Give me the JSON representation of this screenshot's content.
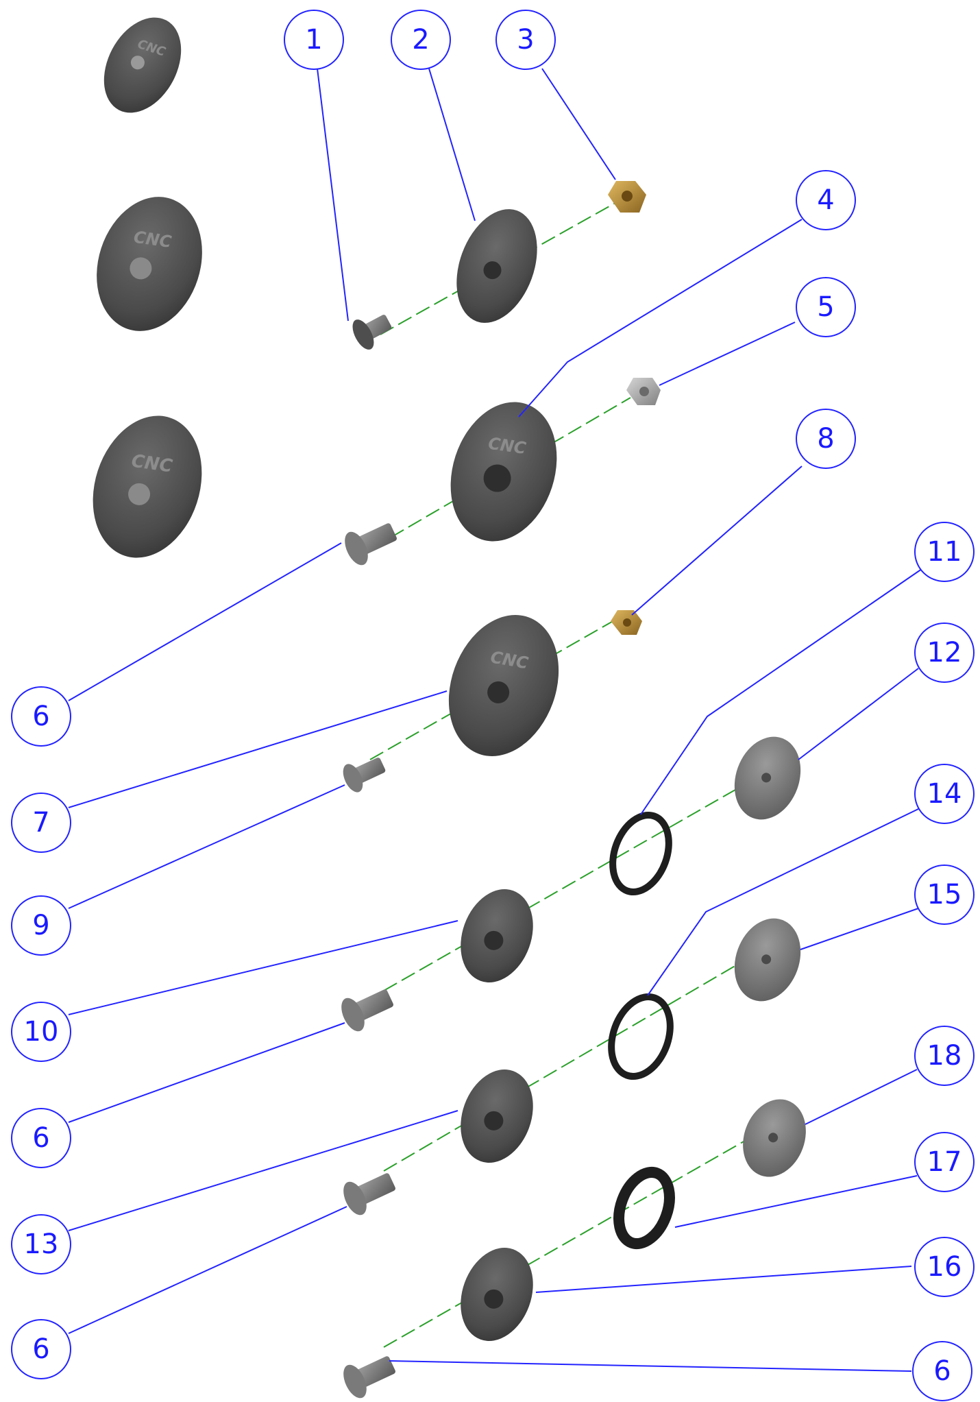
{
  "colors": {
    "balloon": "#2323ff",
    "axis": "#2aa02a",
    "part_dark": "#4a4a4a",
    "part_grey": "#8a8a8a",
    "brass": "#c89a3a",
    "oring": "#1e1e1e"
  },
  "brand_mark": "CNC",
  "balloons": [
    {
      "id": "b1",
      "label": "1"
    },
    {
      "id": "b2",
      "label": "2"
    },
    {
      "id": "b3",
      "label": "3"
    },
    {
      "id": "b4",
      "label": "4"
    },
    {
      "id": "b5",
      "label": "5"
    },
    {
      "id": "b8",
      "label": "8"
    },
    {
      "id": "b11",
      "label": "11"
    },
    {
      "id": "b12",
      "label": "12"
    },
    {
      "id": "b6a",
      "label": "6"
    },
    {
      "id": "b7",
      "label": "7"
    },
    {
      "id": "b14",
      "label": "14"
    },
    {
      "id": "b9",
      "label": "9"
    },
    {
      "id": "b15",
      "label": "15"
    },
    {
      "id": "b10",
      "label": "10"
    },
    {
      "id": "b18",
      "label": "18"
    },
    {
      "id": "b6b",
      "label": "6"
    },
    {
      "id": "b17",
      "label": "17"
    },
    {
      "id": "b13",
      "label": "13"
    },
    {
      "id": "b16",
      "label": "16"
    },
    {
      "id": "b6c",
      "label": "6"
    },
    {
      "id": "b6d",
      "label": "6"
    }
  ]
}
